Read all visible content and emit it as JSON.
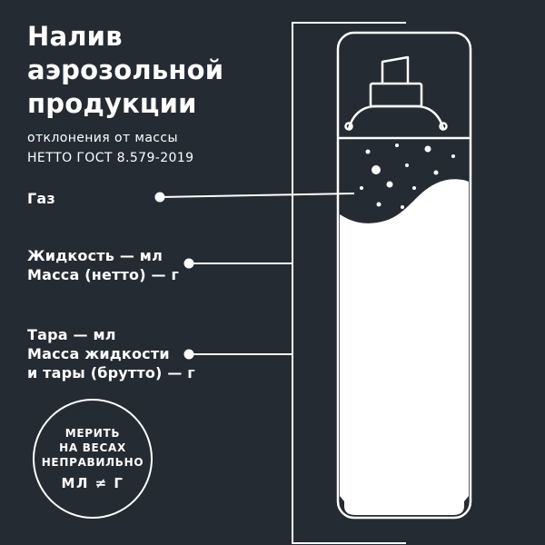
{
  "colors": {
    "background": "#252b33",
    "foreground": "#ffffff",
    "line": "#ffffff",
    "liquid_fill": "#ffffff"
  },
  "title": {
    "line1": "Налив",
    "line2": "аэрозольной",
    "line3": "продукции"
  },
  "subtitle": {
    "line1": "отклонения от массы",
    "line2": "НЕТТО ГОСТ 8.579-2019"
  },
  "callouts": {
    "gas": {
      "label": "Газ"
    },
    "liquid": {
      "line1": "Жидкость — мл",
      "line2": "Масса (нетто) — г"
    },
    "tare": {
      "line1": "Тара — мл",
      "line2": "Масса жидкости",
      "line3": "и тары (брутто) — г"
    }
  },
  "badge": {
    "line1": "МЕРИТЬ",
    "line2": "НА ВЕСАХ",
    "line3": "НЕПРАВИЛЬНО",
    "formula": "МЛ ≠ Г"
  },
  "illustration": {
    "subject": "aerosol-spray-can",
    "regions": [
      "газ (пузырьки)",
      "жидкость (белая заливка)",
      "тара (контур баллона)"
    ]
  }
}
